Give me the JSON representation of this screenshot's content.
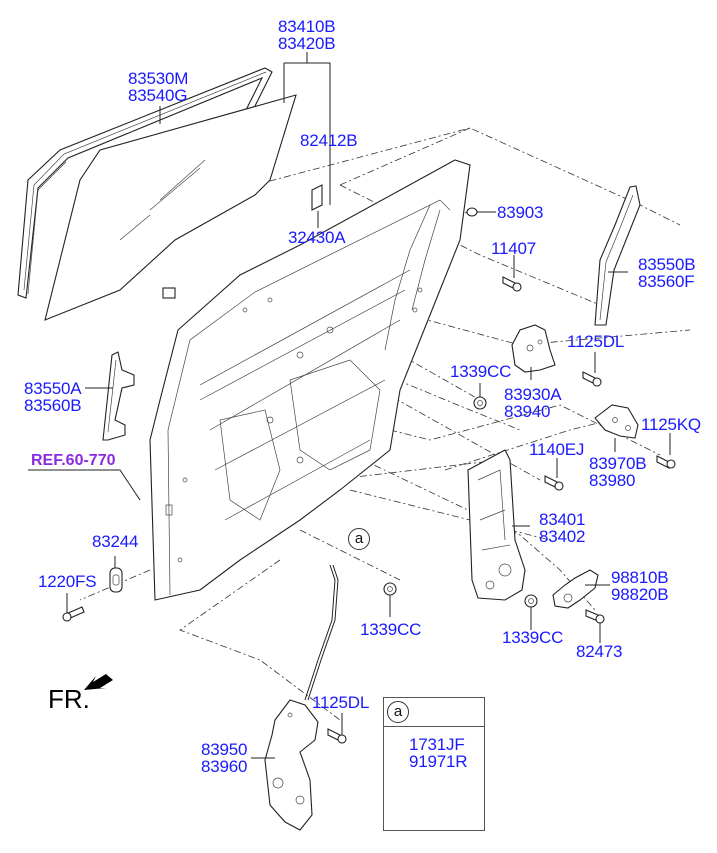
{
  "diagram": {
    "title": "Rear Door Module & Window Regulator — Exploded View",
    "label_color": "#1a1aff",
    "ref_color": "#8a2be2",
    "callouts": [
      {
        "id": "glass-run",
        "lines": [
          "83530M",
          "83540G"
        ]
      },
      {
        "id": "door-glass",
        "lines": [
          "83410B",
          "83420B"
        ]
      },
      {
        "id": "glass-channel",
        "lines": [
          "82412B"
        ]
      },
      {
        "id": "label-sticker",
        "lines": [
          "32430A"
        ]
      },
      {
        "id": "plug",
        "lines": [
          "83903"
        ]
      },
      {
        "id": "bolt-11407",
        "lines": [
          "11407"
        ]
      },
      {
        "id": "rear-channel",
        "lines": [
          "83550B",
          "83560F"
        ]
      },
      {
        "id": "front-channel",
        "lines": [
          "83550A",
          "83560B"
        ]
      },
      {
        "id": "bolt-1125dl-upper",
        "lines": [
          "1125DL"
        ]
      },
      {
        "id": "nut-1339cc-upper",
        "lines": [
          "1339CC"
        ]
      },
      {
        "id": "latch-bracket",
        "lines": [
          "83930A",
          "83940"
        ]
      },
      {
        "id": "bolt-1125kq",
        "lines": [
          "1125KQ"
        ]
      },
      {
        "id": "hinge-bracket",
        "lines": [
          "83970B",
          "83980"
        ]
      },
      {
        "id": "bolt-1140ej",
        "lines": [
          "1140EJ"
        ]
      },
      {
        "id": "regulator",
        "lines": [
          "83401",
          "83402"
        ]
      },
      {
        "id": "motor",
        "lines": [
          "98810B",
          "98820B"
        ]
      },
      {
        "id": "nut-1339cc-regulator",
        "lines": [
          "1339CC"
        ]
      },
      {
        "id": "bolt-82473",
        "lines": [
          "82473"
        ]
      },
      {
        "id": "striker",
        "lines": [
          "83244"
        ]
      },
      {
        "id": "bolt-1220fs",
        "lines": [
          "1220FS"
        ]
      },
      {
        "id": "nut-1339cc-lower",
        "lines": [
          "1339CC"
        ]
      },
      {
        "id": "bolt-1125dl-lower",
        "lines": [
          "1125DL"
        ]
      },
      {
        "id": "lower-latch",
        "lines": [
          "83950",
          "83960"
        ]
      }
    ],
    "reference": "REF.60-770",
    "front_indicator": "FR.",
    "detail_marker": "a",
    "inset": {
      "marker": "a",
      "lines": [
        "1731JF",
        "91971R"
      ]
    }
  }
}
